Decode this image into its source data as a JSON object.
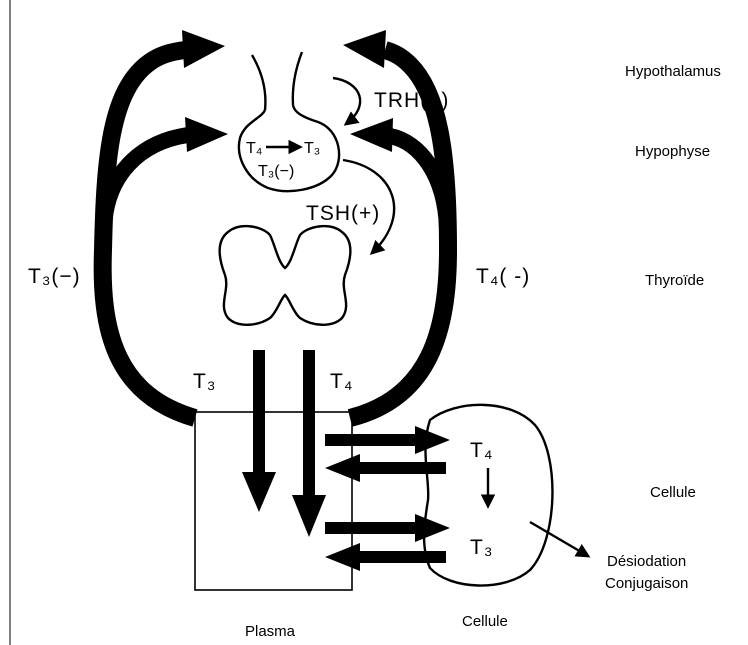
{
  "diagram": {
    "regions": {
      "hypothalamus": "Hypothalamus",
      "hypophyse": "Hypophyse",
      "thyroide": "Thyroïde",
      "cellule": "Cellule",
      "desiodation": "Désiodation",
      "conjugaison": "Conjugaison"
    },
    "compartments": {
      "plasma": "Plasma",
      "cellule": "Cellule"
    },
    "hormones": {
      "trh": "TRH(+)",
      "tsh": "TSH(+)",
      "feedback_t3": "T₃(−)",
      "feedback_t4": "T₄( -)",
      "pituitary_t4": "T₄",
      "pituitary_t3": "T₃",
      "pituitary_t3_inhibition": "T₃(−)",
      "secreted_t3": "T₃",
      "secreted_t4": "T₄",
      "cell_t4": "T₄",
      "cell_t3": "T₃"
    },
    "colors": {
      "ink": "#000000",
      "background": "#ffffff"
    }
  }
}
